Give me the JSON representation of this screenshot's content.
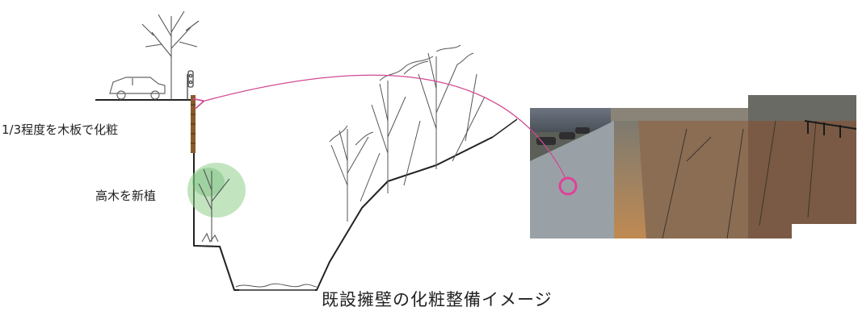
{
  "labels": {
    "veneer_note": "1/3程度を木板で化粧",
    "new_trees_note": "高木を新植"
  },
  "caption": "既設擁壁の化粧整備イメージ",
  "colors": {
    "arrow": "#d04a94",
    "highlight_circle": "#e0409a",
    "foliage_green": "#8fcf8a",
    "veneer_wood": "#8a5a2b",
    "sketch_line": "#222222"
  },
  "icons": [
    "car-icon",
    "signal-post-icon",
    "tree-icon"
  ]
}
